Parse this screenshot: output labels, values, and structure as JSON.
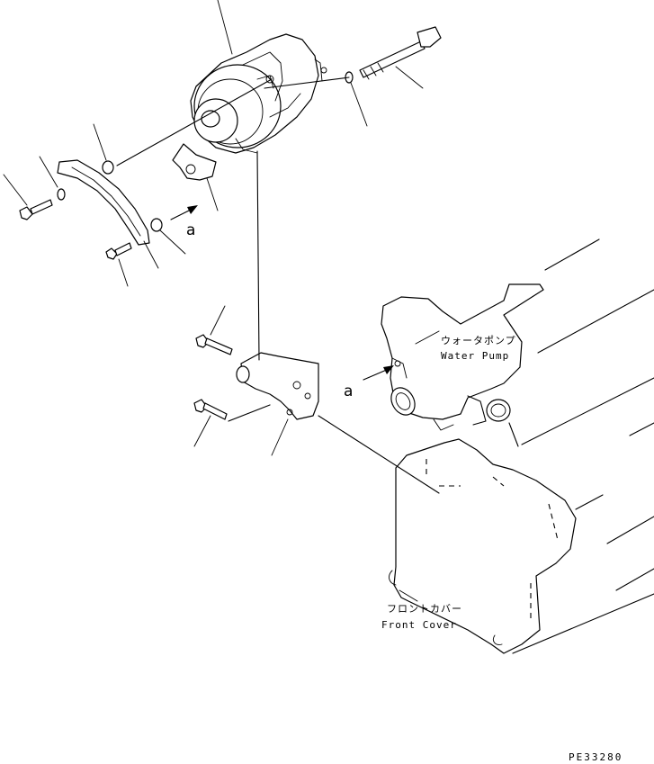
{
  "labels": {
    "water_pump_jp": "ウォータポンプ",
    "water_pump_en": "Water Pump",
    "front_cover_jp": "フロントカバー",
    "front_cover_en": "Front Cover",
    "view_a_upper": "a",
    "view_a_lower": "a",
    "drawing_code": "PE33280"
  }
}
